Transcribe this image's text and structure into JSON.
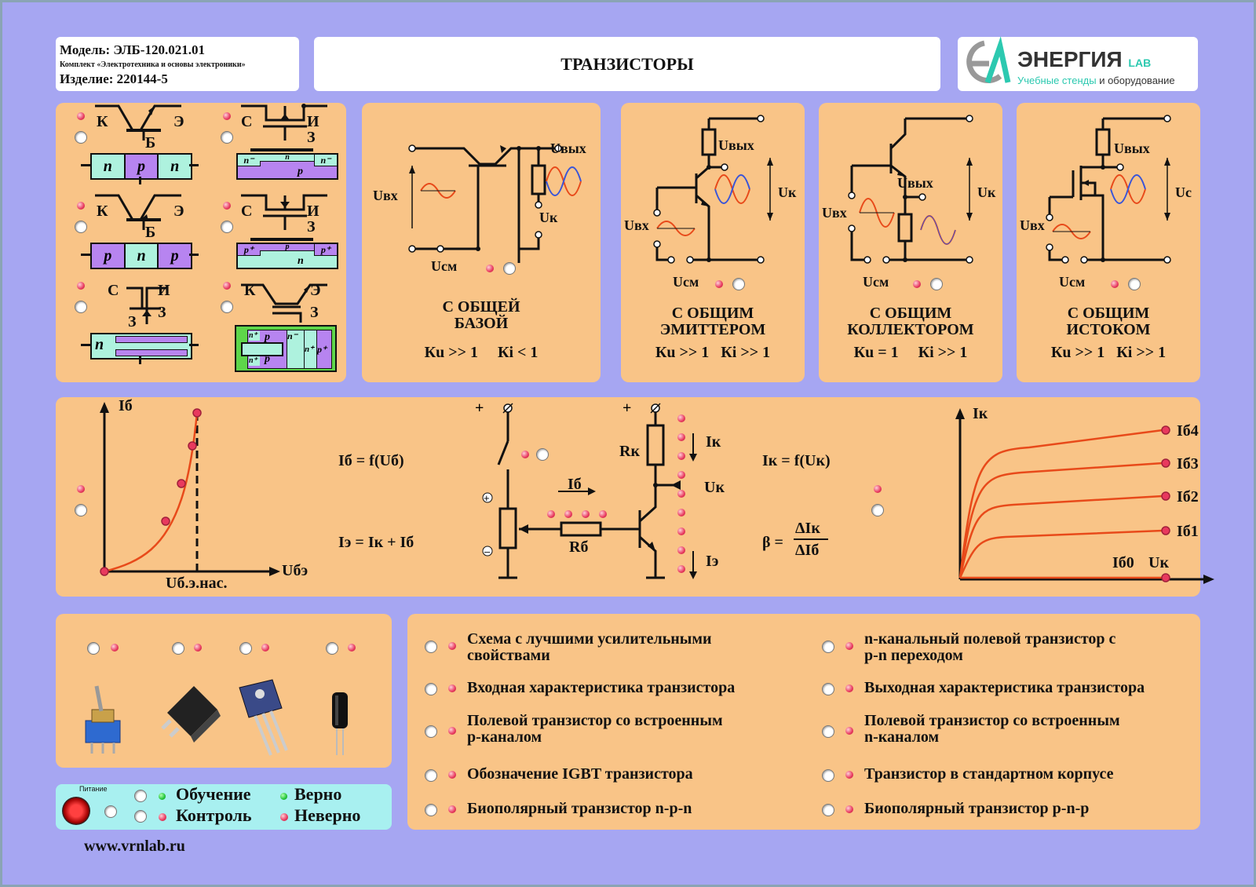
{
  "header": {
    "model": "Модель: ЭЛБ-120.021.01",
    "kit": "Комплект «Электротехника и основы электроники»",
    "product": "Изделие: 220144-5",
    "title": "ТРАНЗИСТОРЫ",
    "brand": "ЭНЕРГИЯ",
    "brand_suffix": "LAB",
    "brand_sub1": "Учебные стенды",
    "brand_sub2": " и оборудование"
  },
  "symbols": {
    "k": "К",
    "e": "Э",
    "b": "Б",
    "s": "С",
    "i": "И",
    "z": "З",
    "n": "n",
    "p": "p",
    "nm": "n⁻",
    "pp": "p⁺",
    "np": "n⁺"
  },
  "circuits": [
    {
      "name": "С ОБЩЕЙ\nБАЗОЙ",
      "gain": "Кu >> 1     Кi < 1",
      "in": "Uвх",
      "out": "Uвых",
      "supply": "Uк",
      "bias": "Uсм"
    },
    {
      "name": "С ОБЩИМ\nЭМИТТЕРОМ",
      "gain": "Кu >> 1   Кi >> 1",
      "in": "Uвх",
      "out": "Uвых",
      "supply": "Uк",
      "bias": "Uсм"
    },
    {
      "name": "С ОБЩИМ\nКОЛЛЕКТОРОМ",
      "gain": "Кu = 1     Кi >> 1",
      "in": "Uвх",
      "out": "Uвых",
      "supply": "Uк",
      "bias": "Uсм"
    },
    {
      "name": "С ОБЩИМ\nИСТОКОМ",
      "gain": "Кu >> 1   Кi >> 1",
      "in": "Uвх",
      "out": "Uвых",
      "supply": "Uс",
      "bias": "Uсм"
    }
  ],
  "characteristics": {
    "input_y": "Iб",
    "input_x": "Uбэ",
    "input_sat": "Uб.э.нас.",
    "f1": "Iб = f(Uб)",
    "f2": "Iэ = Iк + Iб",
    "ib": "Iб",
    "rb": "Rб",
    "rk": "Rк",
    "ik": "Iк",
    "uk": "Uк",
    "ie": "Iэ",
    "f3": "Iк = f(Uк)",
    "beta": "β =",
    "beta_num": "ΔIк",
    "beta_den": "ΔIб",
    "out_y": "Iк",
    "out_x": "Uк",
    "curves": [
      "Iб4",
      "Iб3",
      "Iб2",
      "Iб1",
      "Iб0"
    ]
  },
  "questions_left": [
    "Схема с лучшими усилительными\nсвойствами",
    "Входная характеристика транзистора",
    "Полевой транзистор со встроенным\nр-каналом",
    "Обозначение IGBT транзистора",
    "Биополярный транзистор n-р-n"
  ],
  "questions_right": [
    "n-канальный полевой транзистор с\nр-n переходом",
    "Выходная характеристика транзистора",
    "Полевой транзистор со встроенным\nn-каналом",
    "Транзистор в стандартном корпусе",
    "Биополярный транзистор р-n-р"
  ],
  "controls": {
    "power": "Питание",
    "learn": "Обучение",
    "check": "Контроль",
    "right": "Верно",
    "wrong": "Неверно"
  },
  "footer": {
    "url": "www.vrnlab.ru"
  },
  "colors": {
    "background": "#a6a6f2",
    "panel": "#f9c487",
    "led_red": "#e8395e",
    "led_green": "#22c63a",
    "n_region": "#aef2de",
    "p_region": "#b784f0",
    "igbt_green": "#5ed64a",
    "curve": "#e84a1a",
    "wave_red": "#e84a1a",
    "wave_blue": "#3a55d8"
  }
}
